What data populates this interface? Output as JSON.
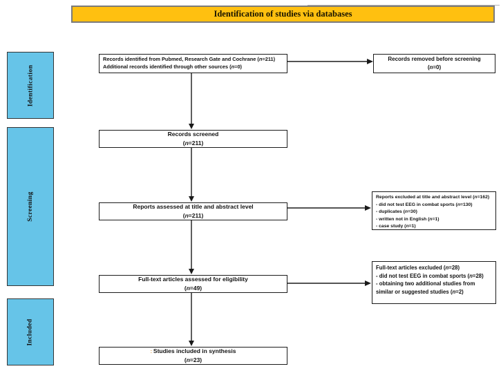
{
  "header": {
    "title": "Identification of studies via databases"
  },
  "sidebar": {
    "stages": [
      {
        "label": "Identification"
      },
      {
        "label": "Screening"
      },
      {
        "label": "Included"
      }
    ]
  },
  "flow": {
    "records_identified": {
      "line1": "Records identified from Pubmed, Research Gate and Cochrane (n=211)",
      "line2": "Additional records identified through other sources (n=0)"
    },
    "records_removed": {
      "line1": "Records removed before screening",
      "line2": "(n=0)"
    },
    "records_screened": {
      "line1": "Records screened",
      "line2": "(n=211)"
    },
    "reports_assessed": {
      "line1": "Reports assessed at title and abstract level",
      "line2": "(n=211)"
    },
    "reports_excluded": {
      "title": "Reports excluded at title and abstract level (n=162)",
      "items": [
        "- did not test EEG in combat sports (n=130)",
        "- duplicates (n=30)",
        "- written not in English (n=1)",
        "- case study (n=1)"
      ]
    },
    "fulltext_assessed": {
      "line1": "Full-text articles assessed for eligibility",
      "line2": "(n=49)"
    },
    "fulltext_excluded": {
      "title": "Full-text articles excluded (n=28)",
      "items": [
        "- did not test EEG in combat sports (n=28)",
        "- obtaining two additional studies from similar or suggested studies (n=2)"
      ]
    },
    "studies_included": {
      "prefix": ":",
      "line1": "Studies included in synthesis",
      "line2": "(n=23)"
    }
  },
  "colors": {
    "banner_fill": "#FFC010",
    "stage_fill": "#66C4E8",
    "box_border": "#1a1a1a"
  }
}
